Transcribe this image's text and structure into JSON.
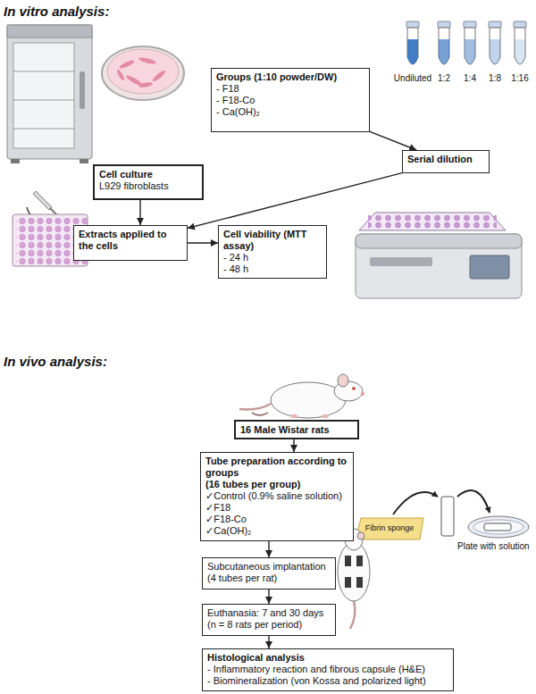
{
  "diagram": {
    "nodes": [
      {
        "text": [
          "Cell culture",
          "L929 fibroblasts"
        ]
      },
      {
        "text": [
          "Groups (1:10 powder/DW)",
          "- F18",
          "- F18-Co",
          "- Ca(OH)₂"
        ]
      },
      {
        "text": [
          "Serial dilution"
        ]
      },
      {
        "text": [
          "Extracts applied to the cells"
        ]
      },
      {
        "text": [
          "Cell viability (MTT assay)",
          "- 24 h",
          "- 48 h"
        ]
      },
      {
        "text": [
          "16 Male Wistar rats"
        ]
      },
      {
        "text": [
          "Tube preparation according to groups",
          "(16 tubes per group)",
          "✓Control (0.9% saline solution)",
          "✓F18",
          "✓F18-Co",
          "✓Ca(OH)₂"
        ]
      },
      {
        "text": [
          "Subcutaneous implantation",
          "(4 tubes per rat)"
        ]
      },
      {
        "text": [
          "Euthanasia: 7 and 30 days",
          "(n = 8 rats per period)"
        ]
      },
      {
        "text": [
          "Histological analysis",
          "- Inflammatory reaction and fibrous capsule (H&E)",
          "- Biomineralization (von Kossa and polarized light)"
        ]
      }
    ],
    "edges": [
      {
        "from": 1,
        "to": 2,
        "arrow": "to"
      },
      {
        "from": 2,
        "to": 3,
        "arrow": "to"
      },
      {
        "from": 0,
        "to": 3,
        "arrow": "to"
      },
      {
        "from": 3,
        "to": 4,
        "arrow": "to"
      },
      {
        "from": 5,
        "to": 6,
        "arrow": "to"
      },
      {
        "from": 6,
        "to": 7,
        "arrow": "to"
      },
      {
        "from": 7,
        "to": 8,
        "arrow": "to"
      },
      {
        "from": 8,
        "to": 9,
        "arrow": "to"
      }
    ],
    "labels": [
      "In vitro analysis:",
      "Undiluted",
      "1:2",
      "1:4",
      "1:8",
      "1:16",
      "In vivo analysis:",
      "Fibrin sponge",
      "Plate with solution"
    ]
  }
}
